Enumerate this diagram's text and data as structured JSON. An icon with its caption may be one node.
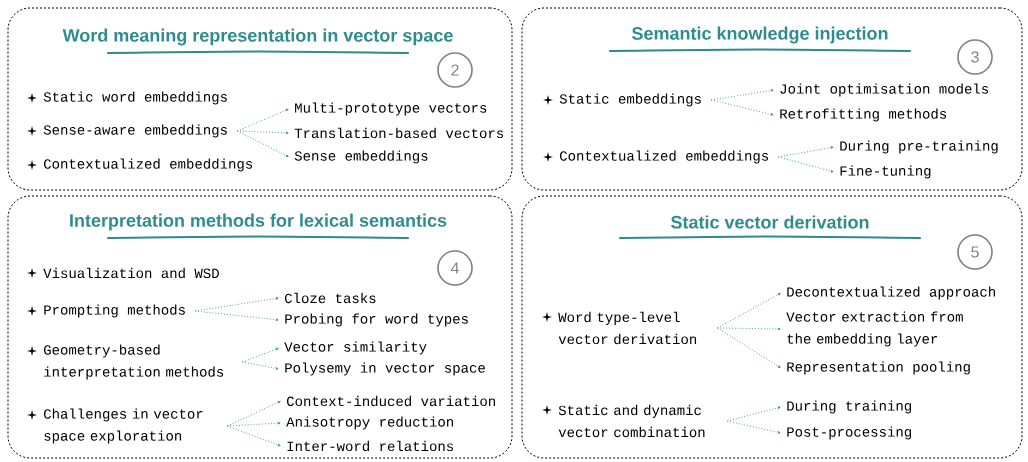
{
  "diagram": {
    "nodes": [
      {
        "text": [
          "Word meaning representation in vector space"
        ]
      },
      {
        "text": [
          "2"
        ],
        "in": 0
      },
      {
        "text": [
          "Static word embeddings"
        ],
        "in": 0
      },
      {
        "text": [
          "Sense-aware embeddings"
        ],
        "in": 0
      },
      {
        "text": [
          "Contextualized embeddings"
        ],
        "in": 0
      },
      {
        "text": [
          "Multi-prototype vectors"
        ],
        "in": 0
      },
      {
        "text": [
          "Translation-based vectors"
        ],
        "in": 0
      },
      {
        "text": [
          "Sense embeddings"
        ],
        "in": 0
      },
      {
        "text": [
          "Semantic knowledge injection"
        ]
      },
      {
        "text": [
          "3"
        ],
        "in": 8
      },
      {
        "text": [
          "Static embeddings"
        ],
        "in": 8
      },
      {
        "text": [
          "Joint optimisation models"
        ],
        "in": 8
      },
      {
        "text": [
          "Retrofitting methods"
        ],
        "in": 8
      },
      {
        "text": [
          "Contextualized embeddings"
        ],
        "in": 8
      },
      {
        "text": [
          "During pre-training"
        ],
        "in": 8
      },
      {
        "text": [
          "Fine-tuning"
        ],
        "in": 8
      },
      {
        "text": [
          "Interpretation methods for lexical semantics"
        ]
      },
      {
        "text": [
          "4"
        ],
        "in": 16
      },
      {
        "text": [
          "Visualization and WSD"
        ],
        "in": 16
      },
      {
        "text": [
          "Prompting methods"
        ],
        "in": 16
      },
      {
        "text": [
          "Cloze tasks"
        ],
        "in": 16
      },
      {
        "text": [
          "Probing for word types"
        ],
        "in": 16
      },
      {
        "text": [
          "Geometry-based interpretation methods"
        ],
        "in": 16
      },
      {
        "text": [
          "Vector similarity"
        ],
        "in": 16
      },
      {
        "text": [
          "Polysemy in vector space"
        ],
        "in": 16
      },
      {
        "text": [
          "Challenges in vector space exploration"
        ],
        "in": 16
      },
      {
        "text": [
          "Context-induced variation"
        ],
        "in": 16
      },
      {
        "text": [
          "Anisotropy reduction"
        ],
        "in": 16
      },
      {
        "text": [
          "Inter-word relations"
        ],
        "in": 16
      },
      {
        "text": [
          "Static vector derivation"
        ]
      },
      {
        "text": [
          "5"
        ],
        "in": 29
      },
      {
        "text": [
          "Word type-level vector derivation"
        ],
        "in": 29
      },
      {
        "text": [
          "Decontextualized approach"
        ],
        "in": 29
      },
      {
        "text": [
          "Vector extraction from the embedding layer"
        ],
        "in": 29
      },
      {
        "text": [
          "Representation pooling"
        ],
        "in": 29
      },
      {
        "text": [
          "Static and dynamic vector combination"
        ],
        "in": 29
      },
      {
        "text": [
          "During training"
        ],
        "in": 29
      },
      {
        "text": [
          "Post-processing"
        ],
        "in": 29
      }
    ],
    "edges": [
      {
        "from": 3,
        "to": 5,
        "arrow": "to"
      },
      {
        "from": 3,
        "to": 6,
        "arrow": "to"
      },
      {
        "from": 3,
        "to": 7,
        "arrow": "to"
      },
      {
        "from": 10,
        "to": 11,
        "arrow": "to"
      },
      {
        "from": 10,
        "to": 12,
        "arrow": "to"
      },
      {
        "from": 13,
        "to": 14,
        "arrow": "to"
      },
      {
        "from": 13,
        "to": 15,
        "arrow": "to"
      },
      {
        "from": 19,
        "to": 20,
        "arrow": "to"
      },
      {
        "from": 19,
        "to": 21,
        "arrow": "to"
      },
      {
        "from": 22,
        "to": 23,
        "arrow": "to"
      },
      {
        "from": 22,
        "to": 24,
        "arrow": "to"
      },
      {
        "from": 25,
        "to": 26,
        "arrow": "to"
      },
      {
        "from": 25,
        "to": 27,
        "arrow": "to"
      },
      {
        "from": 25,
        "to": 28,
        "arrow": "to"
      },
      {
        "from": 31,
        "to": 32,
        "arrow": "to"
      },
      {
        "from": 31,
        "to": 33,
        "arrow": "to"
      },
      {
        "from": 31,
        "to": 34,
        "arrow": "to"
      },
      {
        "from": 35,
        "to": 36,
        "arrow": "to"
      },
      {
        "from": 35,
        "to": 37,
        "arrow": "to"
      }
    ]
  }
}
